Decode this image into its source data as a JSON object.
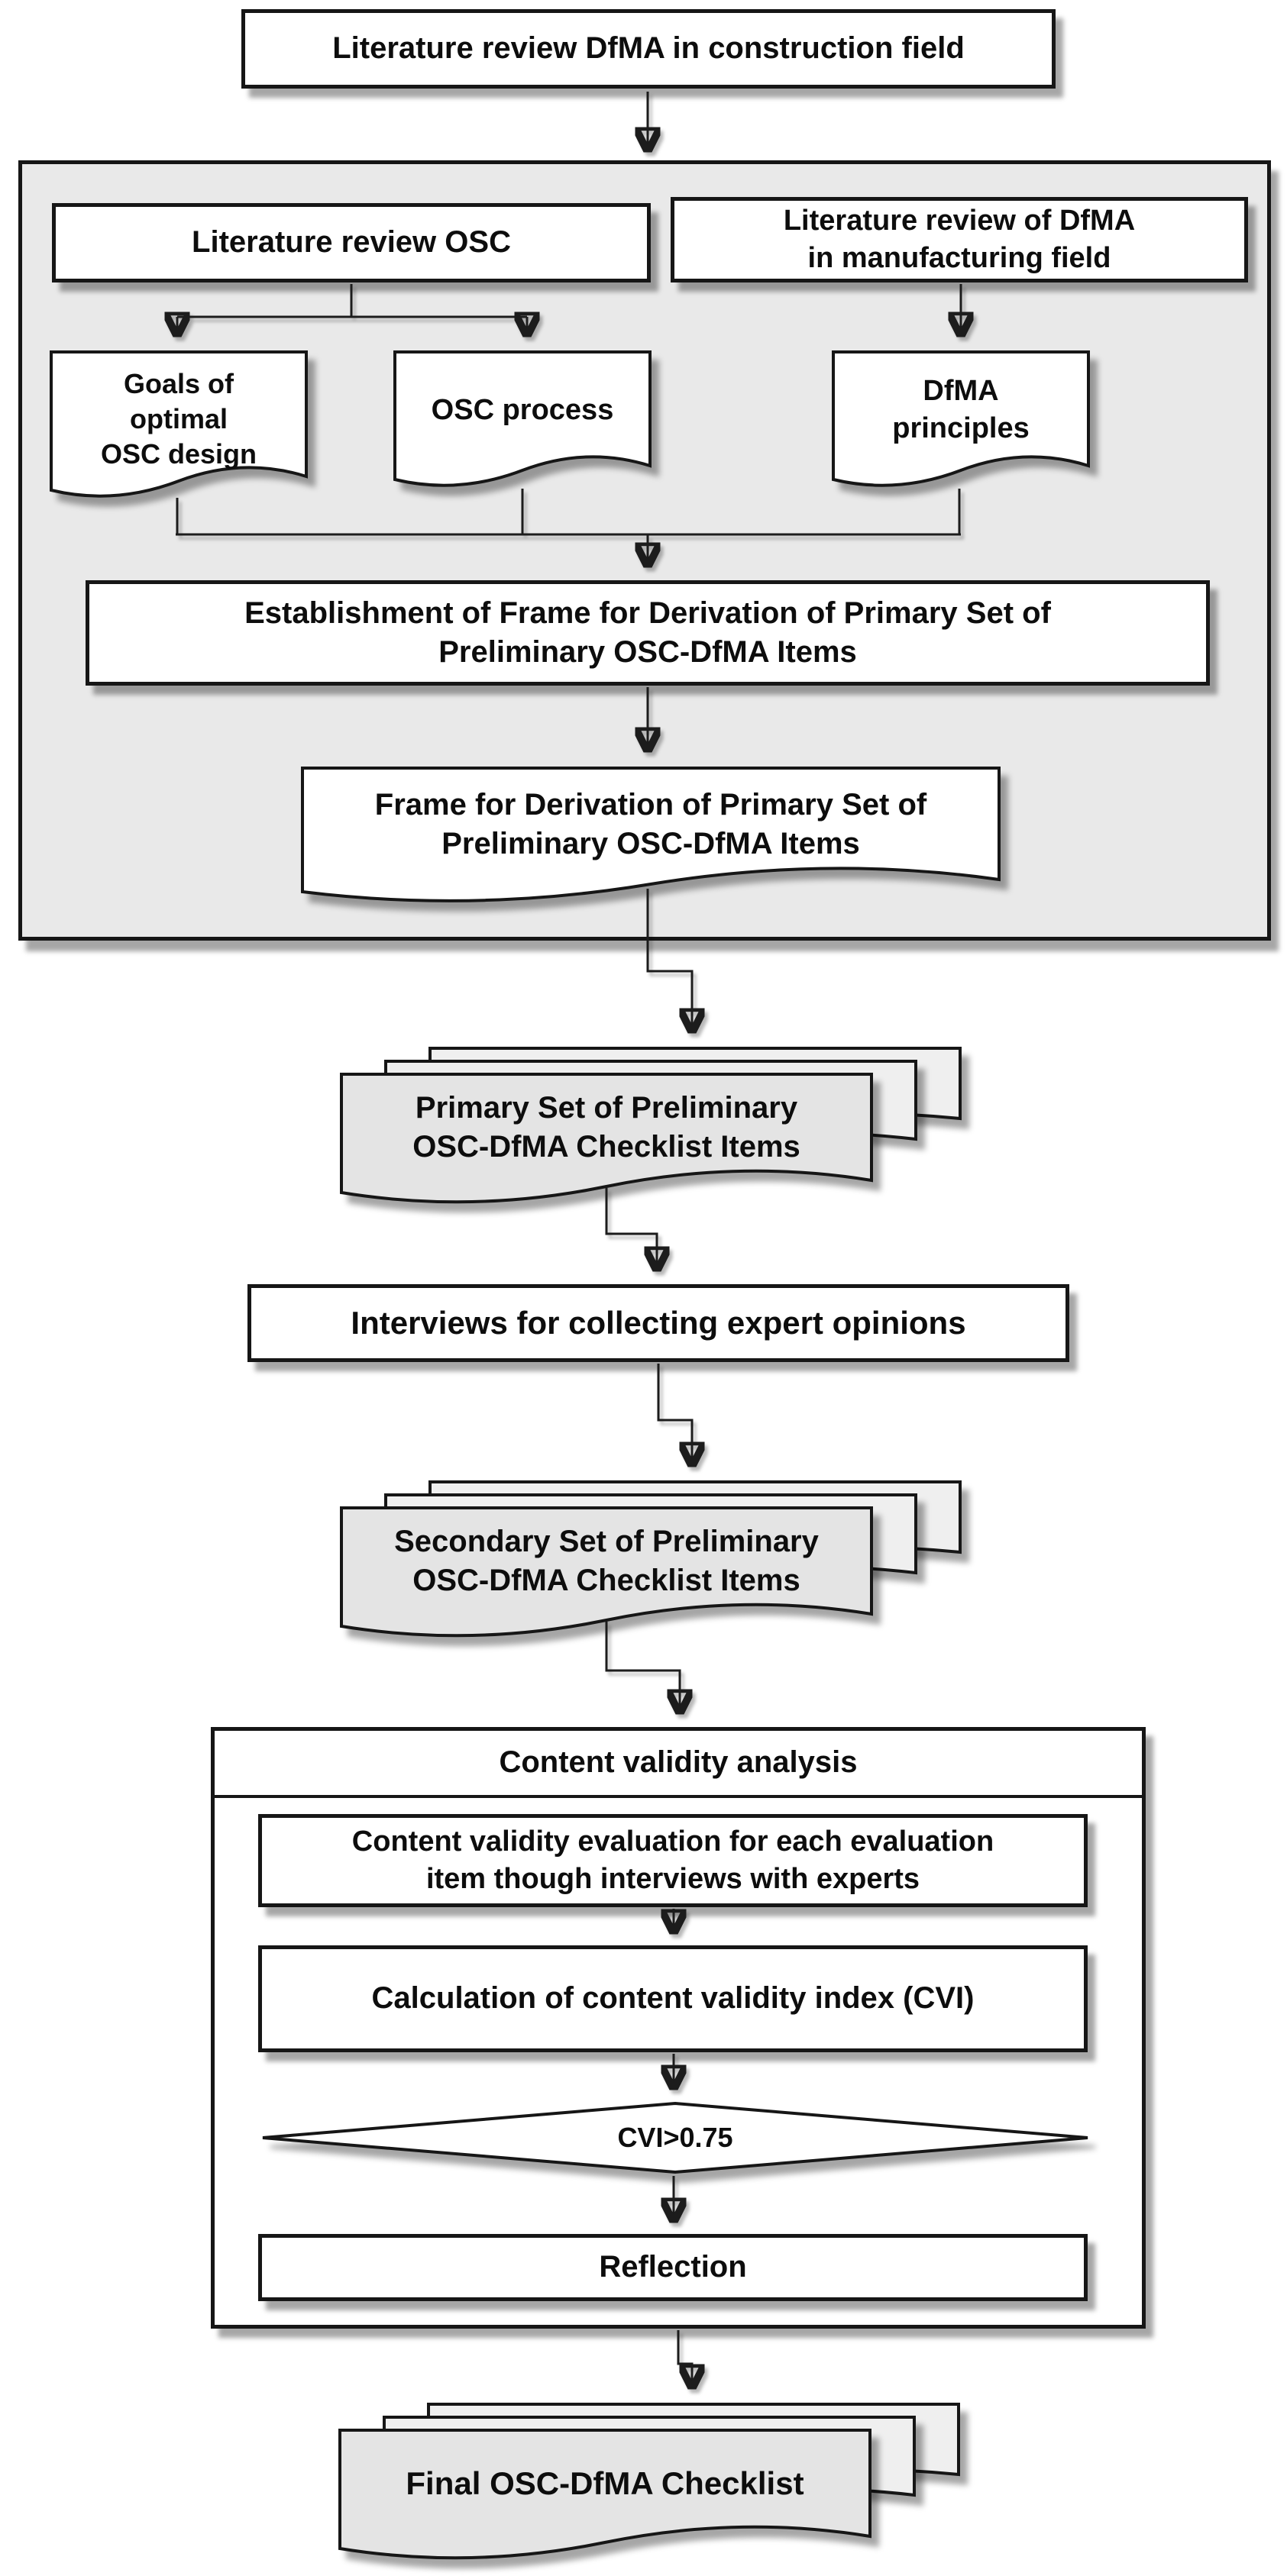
{
  "colors": {
    "border": "#161616",
    "container_fill": "#e9e9e9",
    "sheet_fill": "#e4e4e4",
    "sheet_back_fill": "#efefef",
    "box_fill": "#ffffff",
    "text": "#0d0d0d"
  },
  "nodes": {
    "lit_review_construction": "Literature review DfMA in construction field",
    "lit_review_osc": "Literature review OSC",
    "lit_review_dfma_manufacturing": "Literature review of DfMA\nin manufacturing field",
    "goals_doc": "Goals of\noptimal\nOSC design",
    "osc_process_doc": "OSC process",
    "dfma_principles_doc": "DfMA\nprinciples",
    "establishment_box": "Establishment of Frame for Derivation of Primary Set of\nPreliminary OSC-DfMA Items",
    "frame_doc": "Frame for Derivation of Primary Set of\nPreliminary OSC-DfMA Items",
    "primary_stack": "Primary Set of Preliminary\nOSC-DfMA Checklist Items",
    "interviews_box": "Interviews for collecting expert opinions",
    "secondary_stack": "Secondary Set of Preliminary\nOSC-DfMA Checklist Items",
    "validity_title": "Content validity analysis",
    "evaluation_box": "Content validity evaluation for each evaluation\nitem though interviews with experts",
    "cvi_box": "Calculation of content validity index (CVI)",
    "cvi_decision": "CVI>0.75",
    "reflection_box": "Reflection",
    "final_stack": "Final OSC-DfMA Checklist"
  }
}
